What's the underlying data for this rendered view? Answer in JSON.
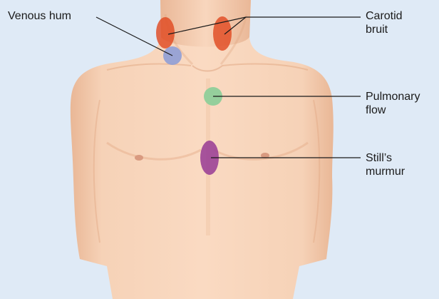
{
  "labels": {
    "venous_hum": "Venous hum",
    "carotid_bruit": [
      "Carotid",
      "bruit"
    ],
    "pulmonary_flow": [
      "Pulmonary",
      "flow"
    ],
    "stills_murmur": [
      "Still’s",
      "murmur"
    ]
  },
  "colors": {
    "background": "#dfeaf6",
    "skin": "#f7d3b8",
    "skin_shadow": "#eab592",
    "carotid_bruit": "#e04a22",
    "venous_hum": "#8f9ed6",
    "pulmonary_flow": "#8fcf9a",
    "stills_murmur": "#9a3f95",
    "leader_line": "#1a1a1a"
  }
}
